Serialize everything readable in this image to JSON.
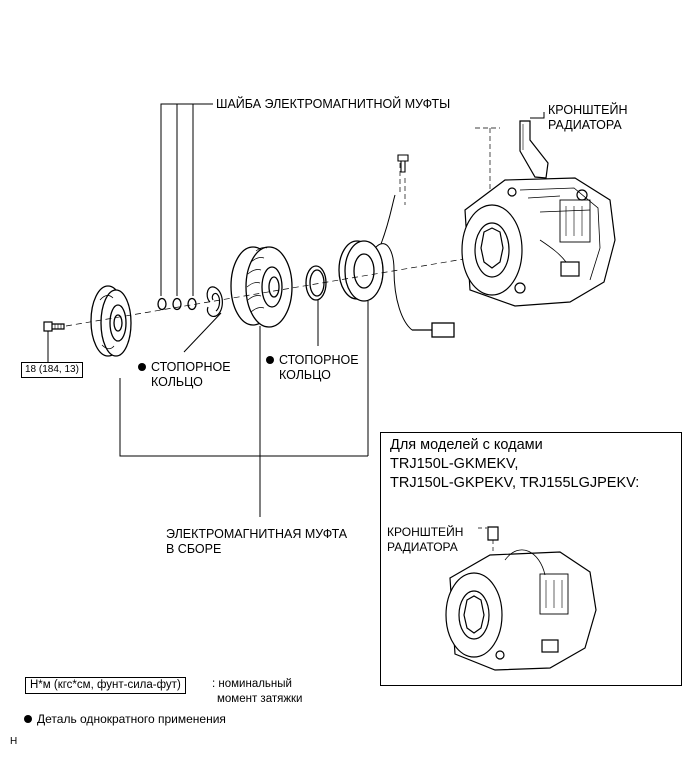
{
  "labels": {
    "washer": "ШАЙБА ЭЛЕКТРОМАГНИТНОЙ МУФТЫ",
    "bracket_main_line1": "КРОНШТЕЙН",
    "bracket_main_line2": "РАДИАТОРА",
    "snap_ring_left_line1": "СТОПОРНОЕ",
    "snap_ring_left_line2": "КОЛЬЦО",
    "snap_ring_right_line1": "СТОПОРНОЕ",
    "snap_ring_right_line2": "КОЛЬЦО",
    "clutch_assembly_line1": "ЭЛЕКТРОМАГНИТНАЯ МУФТА",
    "clutch_assembly_line2": "В СБОРЕ",
    "torque_value": "18 (184, 13)"
  },
  "inset": {
    "title_line1": "Для моделей с кодами",
    "title_line2": "TRJ150L-GKMEKV,",
    "title_line3": "TRJ150L-GKPEKV, TRJ155LGJPEKV:",
    "bracket_line1": "КРОНШТЕЙН",
    "bracket_line2": "РАДИАТОРА"
  },
  "legend": {
    "torque_units": "Н*м (кгс*см, фунт-сила-фут)",
    "torque_desc_line1": ": номинальный",
    "torque_desc_line2": "момент затяжки",
    "one_time_part": "Деталь однократного применения"
  },
  "figure_code": "H",
  "colors": {
    "ink": "#000000",
    "paper": "#ffffff",
    "shade": "#d9d9d9"
  }
}
